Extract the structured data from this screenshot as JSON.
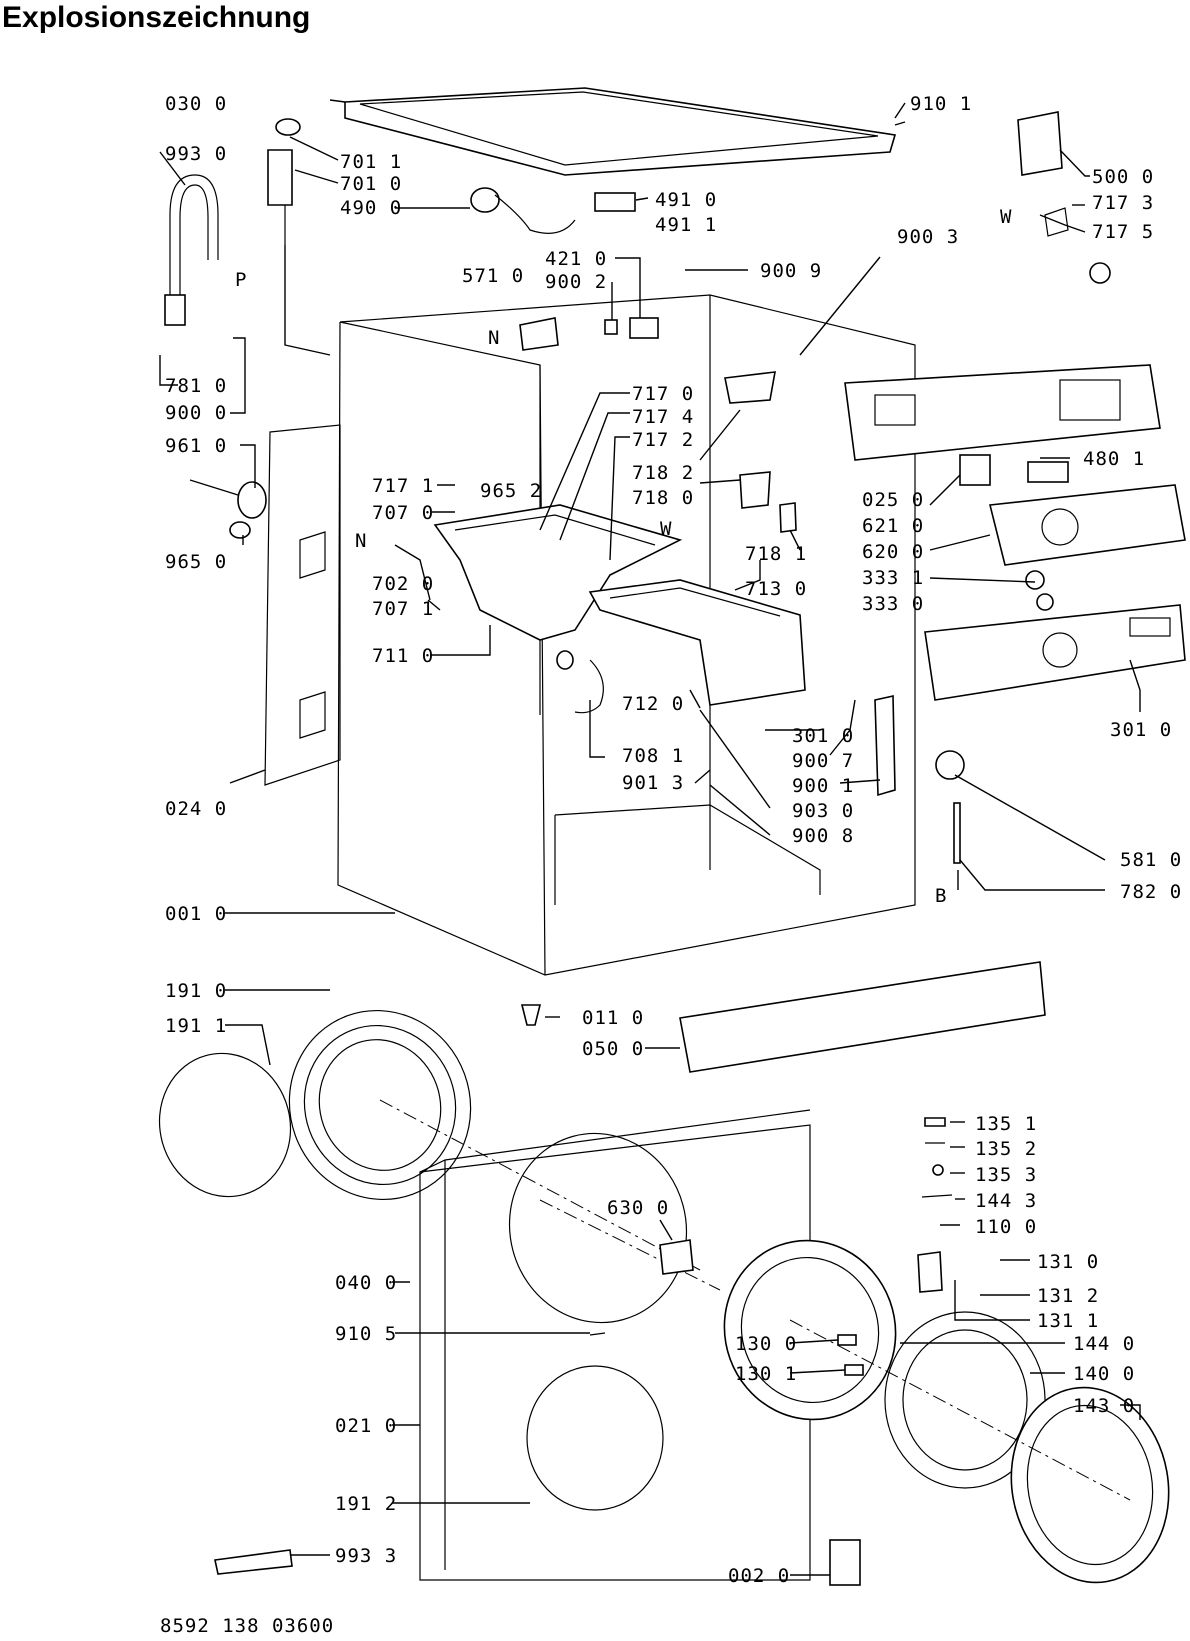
{
  "title": "Explosionszeichnung",
  "drawing_number": "8592 138 03600",
  "callouts": [
    "030 0",
    "993 0",
    "701 1",
    "701 0",
    "490 0",
    "910 1",
    "500 0",
    "717 3",
    "W",
    "717 5",
    "491 0",
    "491 1",
    "P",
    "421 0",
    "900 2",
    "571 0",
    "900 9",
    "900 3",
    "N",
    "781 0",
    "900 0",
    "717 0",
    "717 4",
    "717 2",
    "961 0",
    "718 2",
    "718 0",
    "480 1",
    "717 1",
    "965 2",
    "707 0",
    "025 0",
    "621 0",
    "W",
    "N",
    "620 0",
    "718 1",
    "965 0",
    "333 1",
    "702 0",
    "713 0",
    "707 1",
    "333 0",
    "711 0",
    "301 0",
    "712 0",
    "301 0",
    "900 7",
    "708 1",
    "900 1",
    "901 3",
    "903 0",
    "024 0",
    "900 8",
    "581 0",
    "B",
    "782 0",
    "001 0",
    "191 0",
    "191 1",
    "011 0",
    "050 0",
    "135 1",
    "135 2",
    "135 3",
    "144 3",
    "110 0",
    "630 0",
    "131 0",
    "131 2",
    "131 1",
    "040 0",
    "910 5",
    "130 0",
    "144 0",
    "130 1",
    "140 0",
    "143 0",
    "021 0",
    "191 2",
    "993 3",
    "002 0"
  ]
}
